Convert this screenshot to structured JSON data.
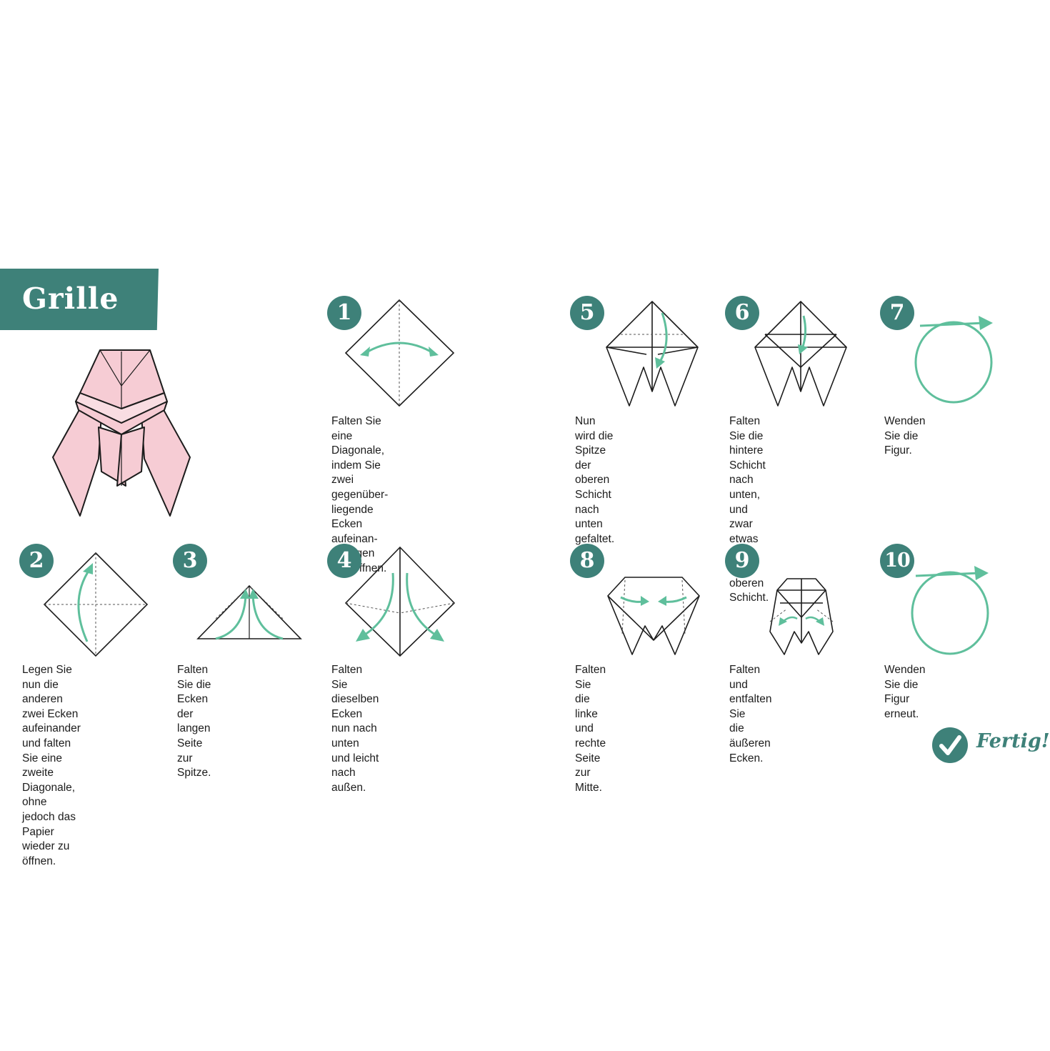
{
  "title": "Grille",
  "colors": {
    "accent": "#3e8179",
    "arrow": "#5fbf9c",
    "paper_pink": "#f6ccd4",
    "paper_pink_light": "#f9dde2"
  },
  "steps": [
    {
      "number": "1",
      "text": "Falten Sie eine Diagonale,\nindem Sie zwei gegenüber-\nliegende Ecken aufeinan-\nderlegen und öffnen."
    },
    {
      "number": "2",
      "text": "Legen Sie nun die anderen\nzwei Ecken aufeinander\nund falten Sie eine zweite\nDiagonale, ohne jedoch das\nPapier wieder zu öffnen."
    },
    {
      "number": "3",
      "text": "Falten Sie die Ecken der\nlangen Seite zur Spitze."
    },
    {
      "number": "4",
      "text": "Falten Sie dieselben Ecken\nnun nach unten und leicht\nnach außen."
    },
    {
      "number": "5",
      "text": "Nun wird die Spitze der\noberen Schicht nach unten\ngefaltet."
    },
    {
      "number": "6",
      "text": "Falten Sie die hintere\nSchicht nach unten,\nund zwar etwas über\nder oberen Schicht."
    },
    {
      "number": "7",
      "text": "Wenden Sie die Figur."
    },
    {
      "number": "8",
      "text": "Falten Sie die linke und\nrechte Seite zur Mitte."
    },
    {
      "number": "9",
      "text": "Falten und entfalten Sie\ndie äußeren Ecken."
    },
    {
      "number": "10",
      "text": "Wenden Sie die Figur\nerneut."
    }
  ],
  "done_label": "Fertig!",
  "icons": {
    "done": "checkmark-icon"
  }
}
